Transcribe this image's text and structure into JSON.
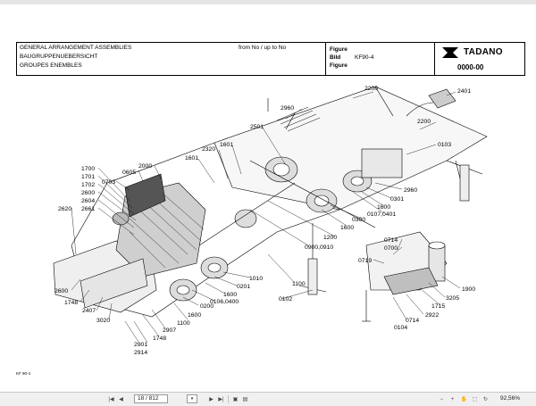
{
  "header": {
    "row1": "GENERAL ARRANGEMENT ASSEMBLIES",
    "row2": "BAUGRUPPENUEBERSICHT",
    "row3": "GROUPES ENEMBLES",
    "from_to": "from No / up to No",
    "figure_label": "Figure",
    "bild_label": "Bild",
    "figure_label_fr": "Figure",
    "model": "KF90-4",
    "brand": "TADANO",
    "figure_no": "0000-00"
  },
  "footnote": "KF 90-4",
  "labels": [
    {
      "id": "l2200a",
      "text": "2200"
    },
    {
      "id": "l2401",
      "text": "2401"
    },
    {
      "id": "l2960a",
      "text": "2960"
    },
    {
      "id": "l2200b",
      "text": "2200"
    },
    {
      "id": "l2501",
      "text": "2501"
    },
    {
      "id": "l0103",
      "text": "0103"
    },
    {
      "id": "l1601a",
      "text": "1601"
    },
    {
      "id": "l2320",
      "text": "2320"
    },
    {
      "id": "l1601b",
      "text": "1601"
    },
    {
      "id": "l2000",
      "text": "2000"
    },
    {
      "id": "l1700",
      "text": "1700"
    },
    {
      "id": "l0605",
      "text": "0605"
    },
    {
      "id": "l1701",
      "text": "1701"
    },
    {
      "id": "l0703",
      "text": "0703"
    },
    {
      "id": "l1702",
      "text": "1702"
    },
    {
      "id": "l2600a",
      "text": "2600"
    },
    {
      "id": "l2604",
      "text": "2604"
    },
    {
      "id": "l2661",
      "text": "2661"
    },
    {
      "id": "l2620",
      "text": "2620"
    },
    {
      "id": "l2960b",
      "text": "2960"
    },
    {
      "id": "l0301",
      "text": "0301"
    },
    {
      "id": "l1600a",
      "text": "1600"
    },
    {
      "id": "l0107",
      "text": "0107,0401"
    },
    {
      "id": "l0300",
      "text": "0300"
    },
    {
      "id": "l1600b",
      "text": "1600"
    },
    {
      "id": "l1200",
      "text": "1200"
    },
    {
      "id": "l0900",
      "text": "0900,0910"
    },
    {
      "id": "l0714a",
      "text": "0714"
    },
    {
      "id": "l0700",
      "text": "0700"
    },
    {
      "id": "l0719",
      "text": "0719"
    },
    {
      "id": "l1010",
      "text": "1010"
    },
    {
      "id": "l0201",
      "text": "0201"
    },
    {
      "id": "l1100a",
      "text": "1100"
    },
    {
      "id": "l1600c",
      "text": "1600"
    },
    {
      "id": "l0106",
      "text": "0106,0400"
    },
    {
      "id": "l0102",
      "text": "0102"
    },
    {
      "id": "l0200",
      "text": "0200"
    },
    {
      "id": "l1900",
      "text": "1900"
    },
    {
      "id": "l3205",
      "text": "3205"
    },
    {
      "id": "l1715",
      "text": "1715"
    },
    {
      "id": "l2922",
      "text": "2922"
    },
    {
      "id": "l0714b",
      "text": "0714"
    },
    {
      "id": "l0104",
      "text": "0104"
    },
    {
      "id": "l2600b",
      "text": "2600"
    },
    {
      "id": "l1748a",
      "text": "1748"
    },
    {
      "id": "l2407",
      "text": "2407"
    },
    {
      "id": "l3020",
      "text": "3020"
    },
    {
      "id": "l1600d",
      "text": "1600"
    },
    {
      "id": "l1100b",
      "text": "1100"
    },
    {
      "id": "l2907",
      "text": "2907"
    },
    {
      "id": "l1748b",
      "text": "1748"
    },
    {
      "id": "l2901",
      "text": "2901"
    },
    {
      "id": "l2914",
      "text": "2914"
    }
  ],
  "toolbar": {
    "page_value": "18",
    "page_total": "/ 812",
    "zoom": "92,56%"
  }
}
